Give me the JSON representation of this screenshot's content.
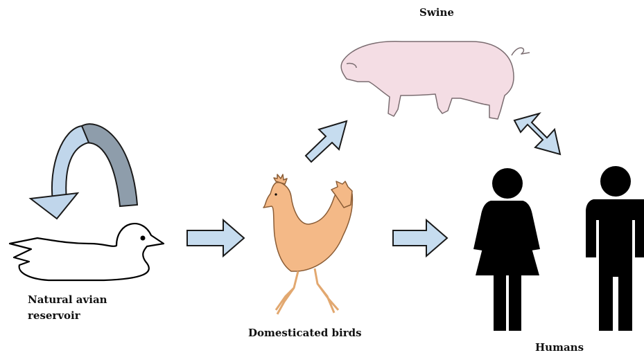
{
  "labels": {
    "swine": "Swine",
    "natural_line1": "Natural avian",
    "natural_line2": "reservoir",
    "domesticated": "Domesticated birds",
    "humans": "Humans"
  },
  "colors": {
    "arrow_fill": "#c6dcef",
    "arrow_stroke": "#1a1a1a",
    "loop_front": "#c0d6eb",
    "loop_back": "#8e9dab",
    "pig": "#f4dde4",
    "chicken": "#f4b987",
    "human": "#000000"
  },
  "icons": [
    "duck-icon",
    "chicken-icon",
    "pig-icon",
    "woman-icon",
    "man-icon"
  ]
}
